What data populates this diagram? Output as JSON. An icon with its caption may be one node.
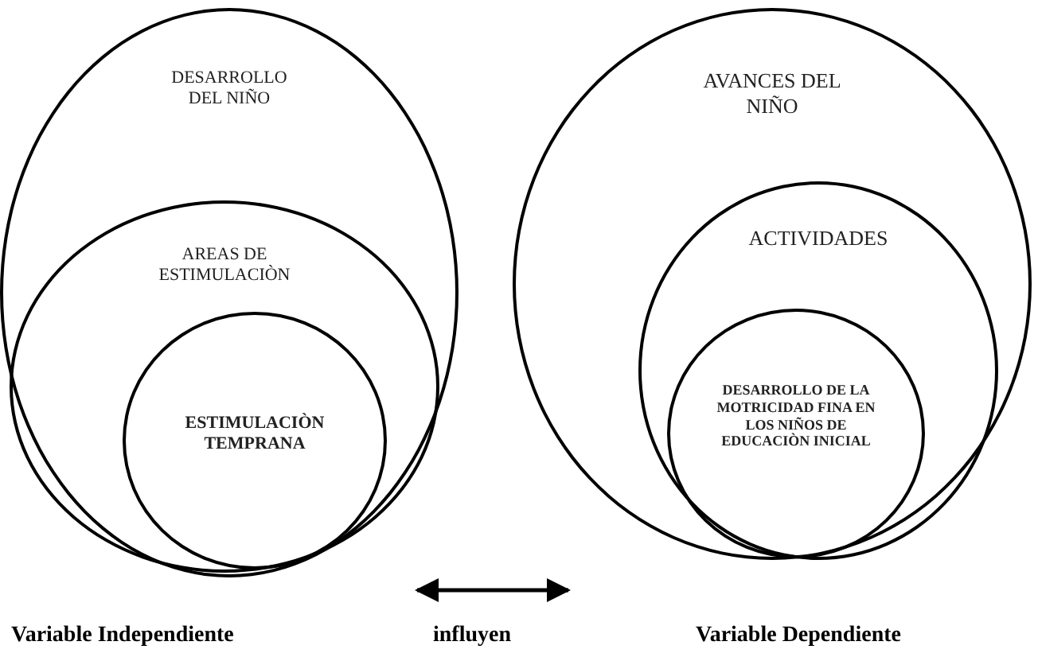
{
  "diagram": {
    "nodes": [
      {
        "text": [
          "DESARROLLO DEL NIÑO"
        ]
      },
      {
        "text": [
          "AREAS DE ESTIMULACIÒN"
        ],
        "in": 0
      },
      {
        "text": [
          "ESTIMULACIÒN TEMPRANA"
        ],
        "in": 1
      },
      {
        "text": [
          "AVANCES DEL NIÑO"
        ]
      },
      {
        "text": [
          "ACTIVIDADES"
        ],
        "in": 3
      },
      {
        "text": [
          "DESARROLLO DE LA MOTRICIDAD FINA EN LOS NIÑOS DE EDUCACIÒN INICIAL"
        ],
        "in": 4
      }
    ],
    "edges": [
      {
        "from": 0,
        "to": 3,
        "arrow": "both",
        "label": "influyen"
      }
    ],
    "labels": [
      "Variable Independiente",
      "Variable Dependiente"
    ]
  }
}
